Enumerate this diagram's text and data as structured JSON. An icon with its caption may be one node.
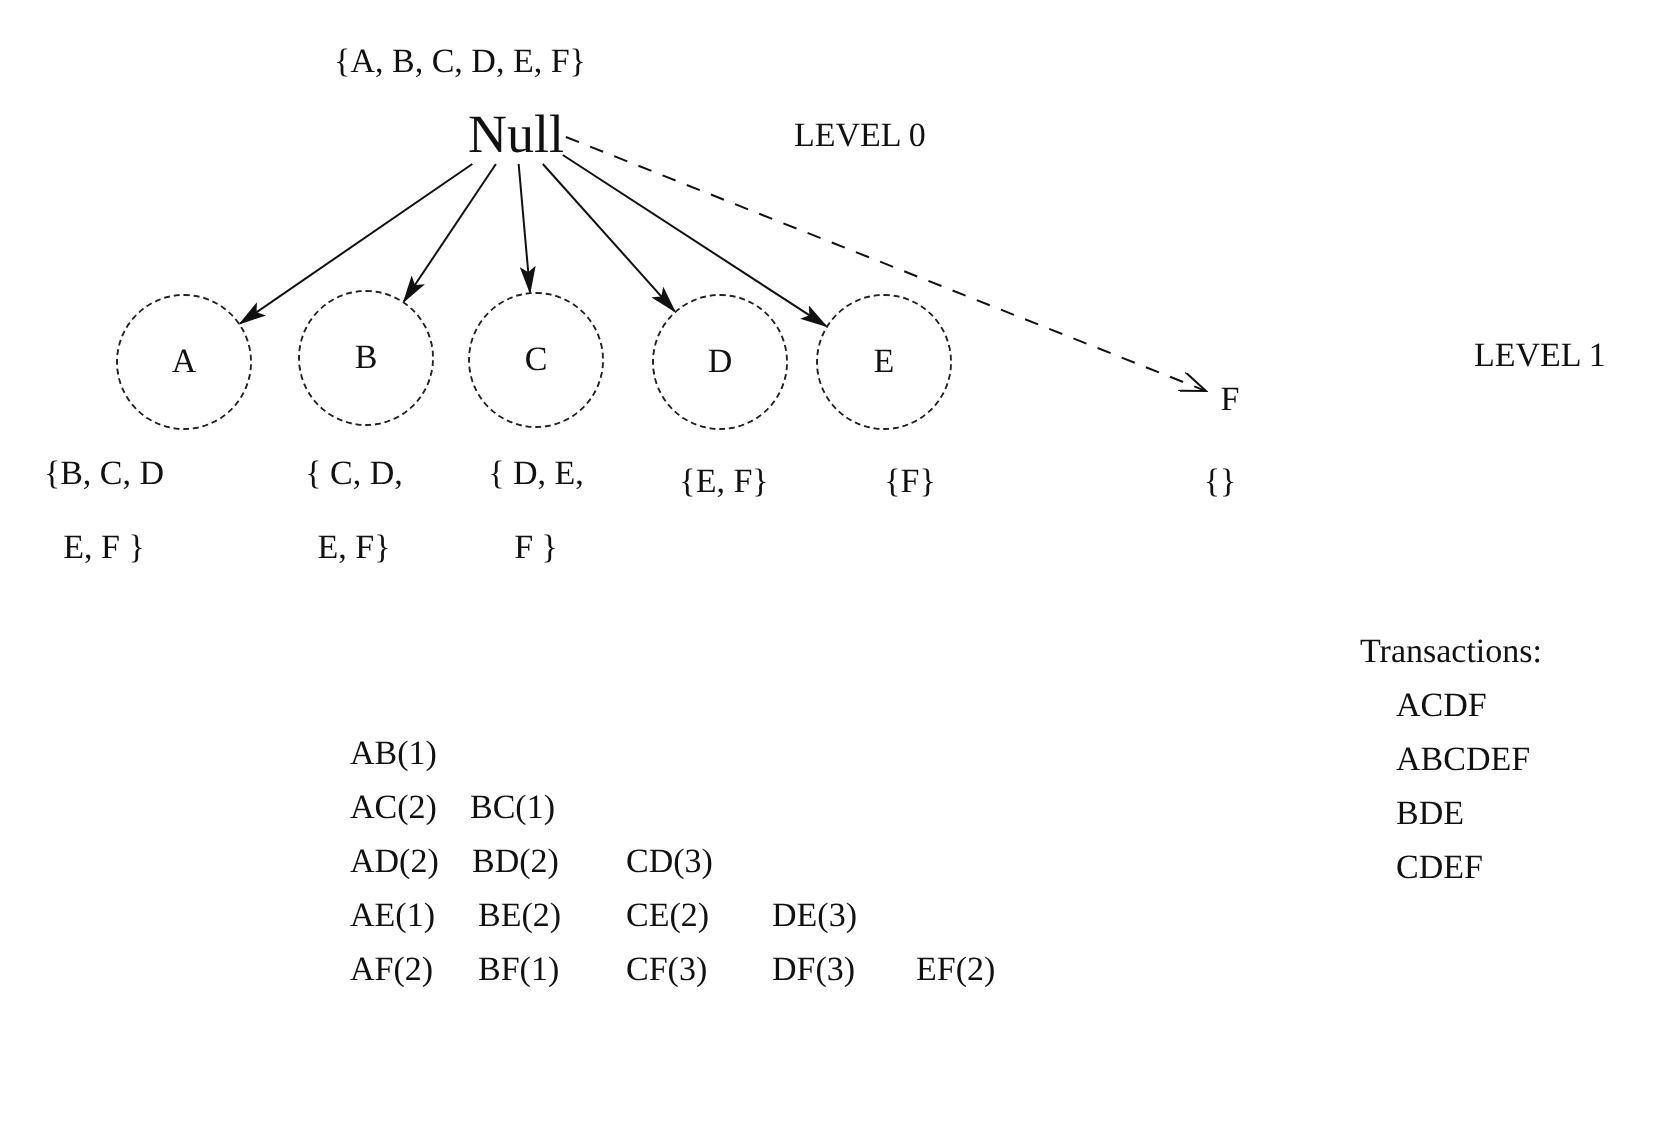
{
  "diagram": {
    "nodes": [
      {
        "text": [
          "Null"
        ],
        "beside": [
          "{A, B, C, D, E, F}"
        ]
      },
      {
        "text": [
          "A"
        ],
        "beside": [
          "{B, C, D E, F }"
        ]
      },
      {
        "text": [
          "B"
        ],
        "beside": [
          "{ C, D, E, F}"
        ]
      },
      {
        "text": [
          "C"
        ],
        "beside": [
          "{ D, E, F }"
        ]
      },
      {
        "text": [
          "D"
        ],
        "beside": [
          "{E, F}"
        ]
      },
      {
        "text": [
          "E"
        ],
        "beside": [
          "{F}"
        ]
      },
      {
        "text": [
          "F"
        ],
        "beside": [
          "{}"
        ]
      }
    ],
    "edges": [
      {
        "from": 0,
        "to": 1,
        "arrow": "to"
      },
      {
        "from": 0,
        "to": 2,
        "arrow": "to"
      },
      {
        "from": 0,
        "to": 3,
        "arrow": "to"
      },
      {
        "from": 0,
        "to": 4,
        "arrow": "to"
      },
      {
        "from": 0,
        "to": 5,
        "arrow": "to"
      },
      {
        "from": 0,
        "to": 6,
        "arrow": "to",
        "style": "dashed"
      }
    ],
    "labels": [
      "LEVEL 0",
      "LEVEL 1",
      "Transactions:",
      "ACDF",
      "ABCDEF",
      "BDE",
      "CDEF",
      "AB(1)",
      "AC(2)",
      "BC(1)",
      "AD(2)",
      "BD(2)",
      "CD(3)",
      "AE(1)",
      "BE(2)",
      "CE(2)",
      "DE(3)",
      "AF(2)",
      "BF(1)",
      "CF(3)",
      "DF(3)",
      "EF(2)"
    ]
  }
}
